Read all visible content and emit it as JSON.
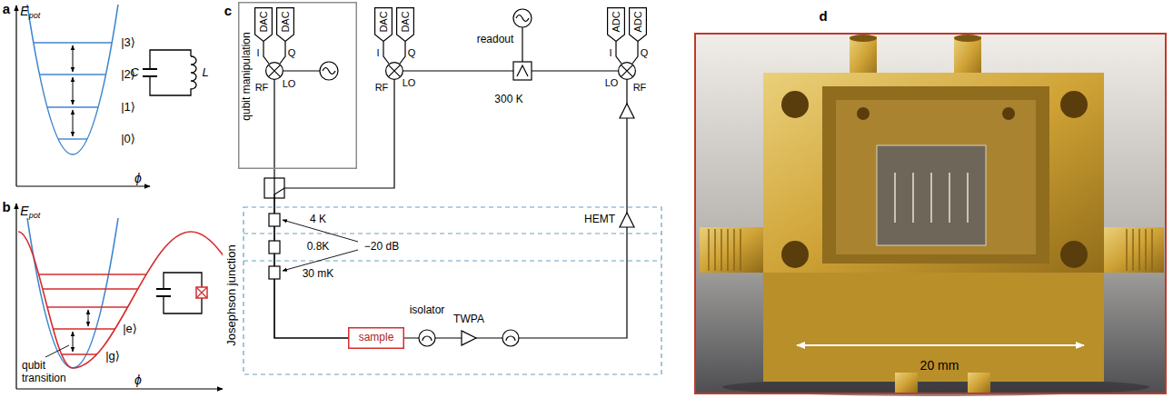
{
  "diagram": {
    "nodes": [
      {
        "text": [
          "qubit manipulation"
        ]
      },
      {
        "text": [
          "DAC"
        ],
        "in": 0
      },
      {
        "text": [
          "DAC"
        ],
        "in": 0
      },
      {
        "text": [
          "I",
          "Q",
          "RF",
          "LO"
        ],
        "in": 0
      },
      {
        "text": [
          "DAC"
        ]
      },
      {
        "text": [
          "DAC"
        ]
      },
      {
        "text": [
          "I",
          "Q",
          "RF",
          "LO"
        ]
      },
      {
        "text": [
          "ADC"
        ]
      },
      {
        "text": [
          "ADC"
        ]
      },
      {
        "text": [
          "I",
          "Q",
          "LO",
          "RF"
        ]
      },
      {
        "text": [
          "sample"
        ]
      }
    ],
    "edges": [
      {
        "from": 1,
        "to": 3,
        "arrow": "none"
      },
      {
        "from": 2,
        "to": 3,
        "arrow": "none"
      },
      {
        "from": 4,
        "to": 6,
        "arrow": "none"
      },
      {
        "from": 5,
        "to": 6,
        "arrow": "none"
      },
      {
        "from": 9,
        "to": 7,
        "arrow": "none"
      },
      {
        "from": 9,
        "to": 8,
        "arrow": "none"
      },
      {
        "from": 3,
        "to": 10,
        "arrow": "none"
      },
      {
        "from": 6,
        "to": 10,
        "arrow": "none"
      },
      {
        "from": 10,
        "to": 9,
        "arrow": "none"
      }
    ],
    "labels": [
      "a",
      "E",
      "pot",
      "|3⟩",
      "|2⟩",
      "|1⟩",
      "|0⟩",
      "C",
      "L",
      "ϕ",
      "b",
      "E",
      "pot",
      "|e⟩",
      "|g⟩",
      "qubit transition",
      "ϕ",
      "Josephson junction",
      "c",
      "readout",
      "300 K",
      "4 K",
      "0.8K",
      "−20 dB",
      "30 mK",
      "isolator",
      "TWPA",
      "HEMT",
      "d",
      "20 mm"
    ]
  }
}
